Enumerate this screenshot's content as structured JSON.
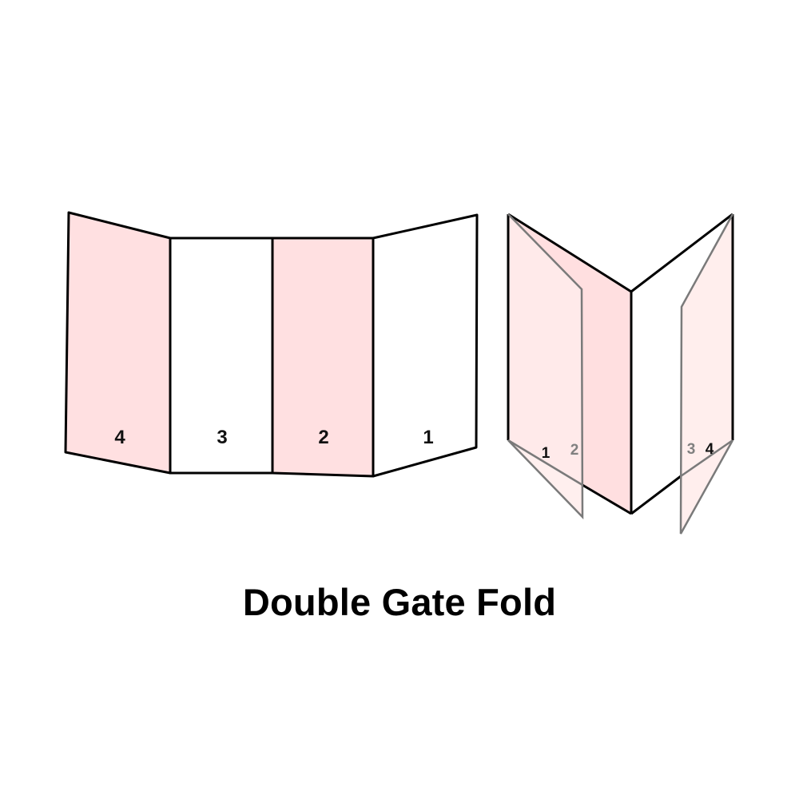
{
  "title": "Double Gate Fold",
  "colors": {
    "background": "#ffffff",
    "pink_panel": "#ffe0e1",
    "pink_light": "#ffeceb",
    "pink_mid": "#ffdfe0",
    "outline": "#000000",
    "flap_outline": "#7a7a7a",
    "label": "#111111",
    "label_muted": "#808080"
  },
  "flat_diagram": {
    "description": "Unfolded sheet, four panels",
    "panels": [
      {
        "label": "4",
        "fill": "pink"
      },
      {
        "label": "3",
        "fill": "white"
      },
      {
        "label": "2",
        "fill": "pink"
      },
      {
        "label": "1",
        "fill": "white"
      }
    ]
  },
  "folded_diagram": {
    "description": "Partially folded sheet with inward gate flaps",
    "labels": [
      {
        "text": "1",
        "style": "dark"
      },
      {
        "text": "2",
        "style": "muted"
      },
      {
        "text": "3",
        "style": "muted"
      },
      {
        "text": "4",
        "style": "dark"
      }
    ]
  }
}
